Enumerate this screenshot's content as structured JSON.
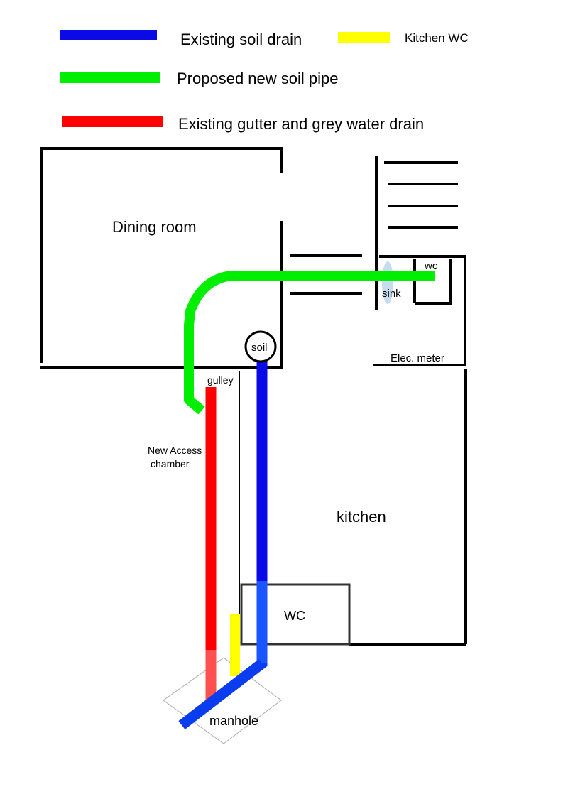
{
  "legend": {
    "existing_soil_drain": {
      "label": "Existing soil drain",
      "color": "#0a0ae6"
    },
    "kitchen_wc": {
      "label": "Kitchen WC",
      "color": "#ffff00"
    },
    "proposed_soil_pipe": {
      "label": "Proposed new soil pipe",
      "color": "#00ee00"
    },
    "existing_gutter": {
      "label": "Existing gutter and grey water drain",
      "color": "#ff0000"
    }
  },
  "rooms": {
    "dining_room": "Dining room",
    "kitchen": "kitchen",
    "wc_box": "WC",
    "wc_small": "wc"
  },
  "fixtures": {
    "sink": "sink",
    "soil": "soil",
    "elec_meter": "Elec. meter",
    "gulley": "gulley",
    "access_chamber_line1": "New Access",
    "access_chamber_line2": "chamber",
    "manhole": "manhole"
  },
  "colors": {
    "wall": "#000000",
    "wc_box_border": "#333333",
    "sink_fill": "#c8dcf0",
    "manhole_outline": "#aaaaaa"
  }
}
